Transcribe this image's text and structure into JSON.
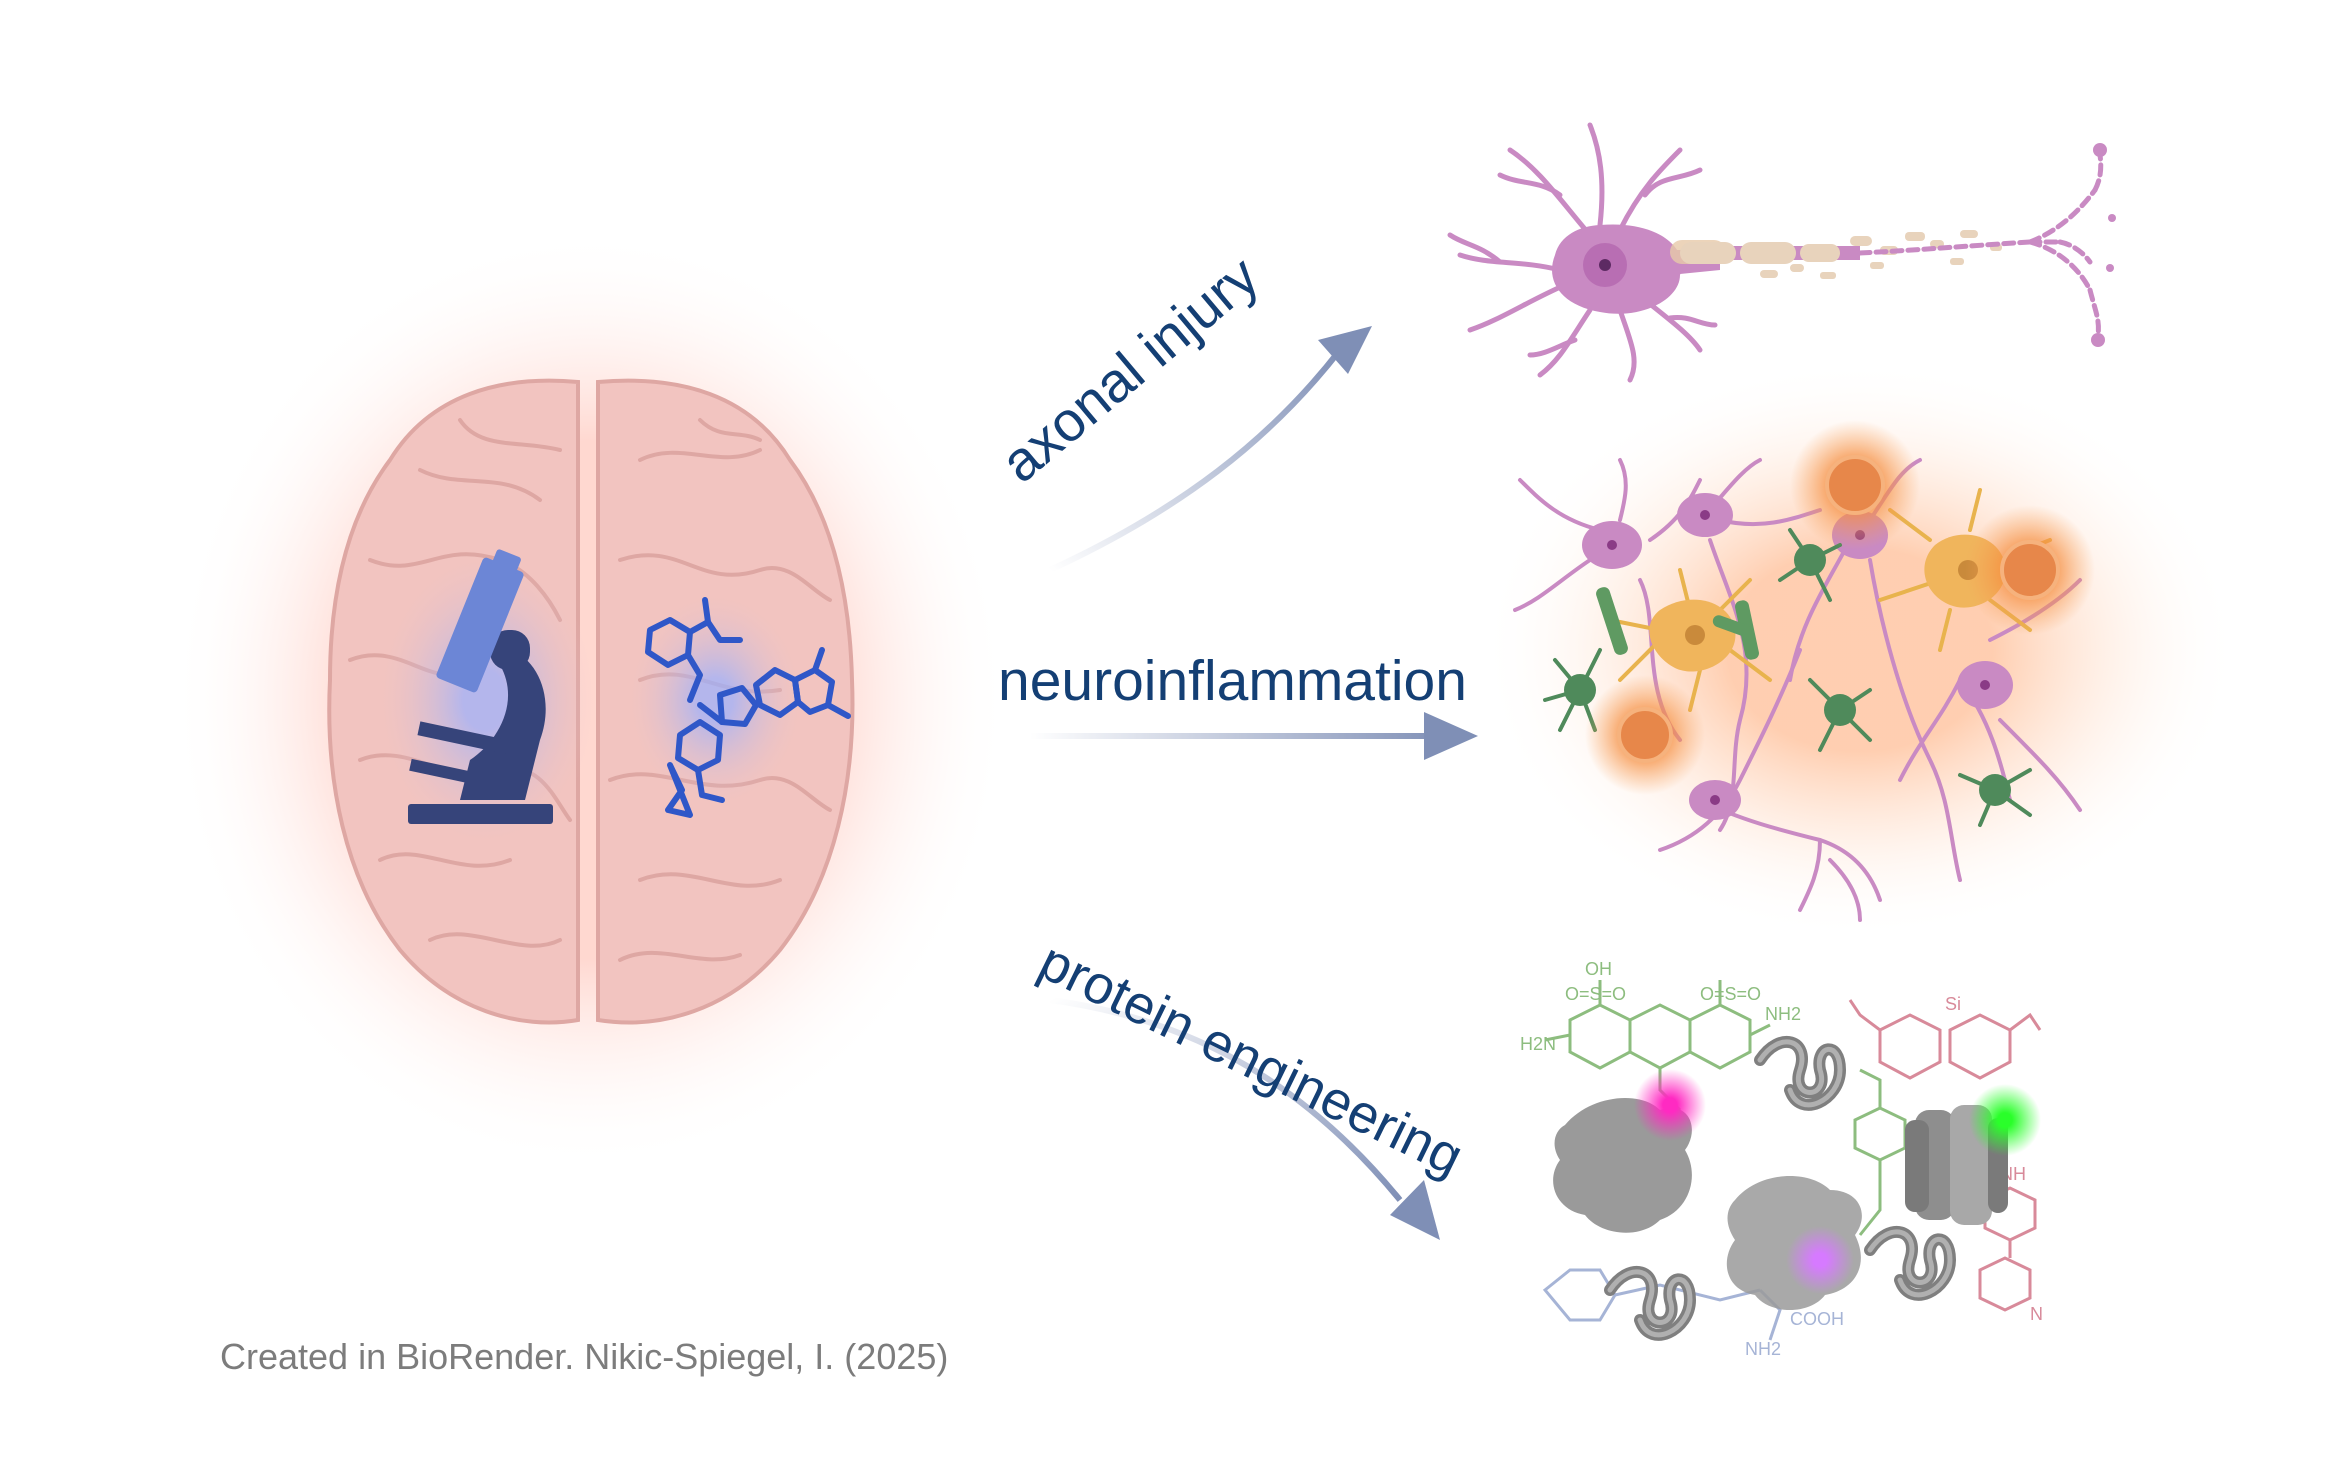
{
  "labels": {
    "axonal_injury": "axonal injury",
    "neuroinflammation": "neuroinflammation",
    "protein_engineering": "protein engineering"
  },
  "credit": "Created in BioRender. Nikic-Spiegel, I. (2025)",
  "chem_labels": {
    "oh": "OH",
    "so3_left": "O=S=O",
    "so3_right": "O=S=O",
    "h2n": "H2N",
    "nh2": "NH2",
    "nh2_bottom": "NH2",
    "cooh": "COOH",
    "si": "Si",
    "nh": "NH",
    "n_label": "N"
  },
  "colors": {
    "label_text": "#143f74",
    "arrow": "#7f8fb6",
    "brain": "#f2c4c0",
    "brain_outline": "#dea7a3",
    "microscope": "#36447a",
    "molecule": "#2f57c8",
    "neuron": "#c98ac3",
    "astrocyte": "#f0b55c",
    "microglia": "#4f8a5b",
    "inflammation_glow": "#f7a15a",
    "protein": "#9a9a9a",
    "credit_text": "#7c7c7c"
  }
}
